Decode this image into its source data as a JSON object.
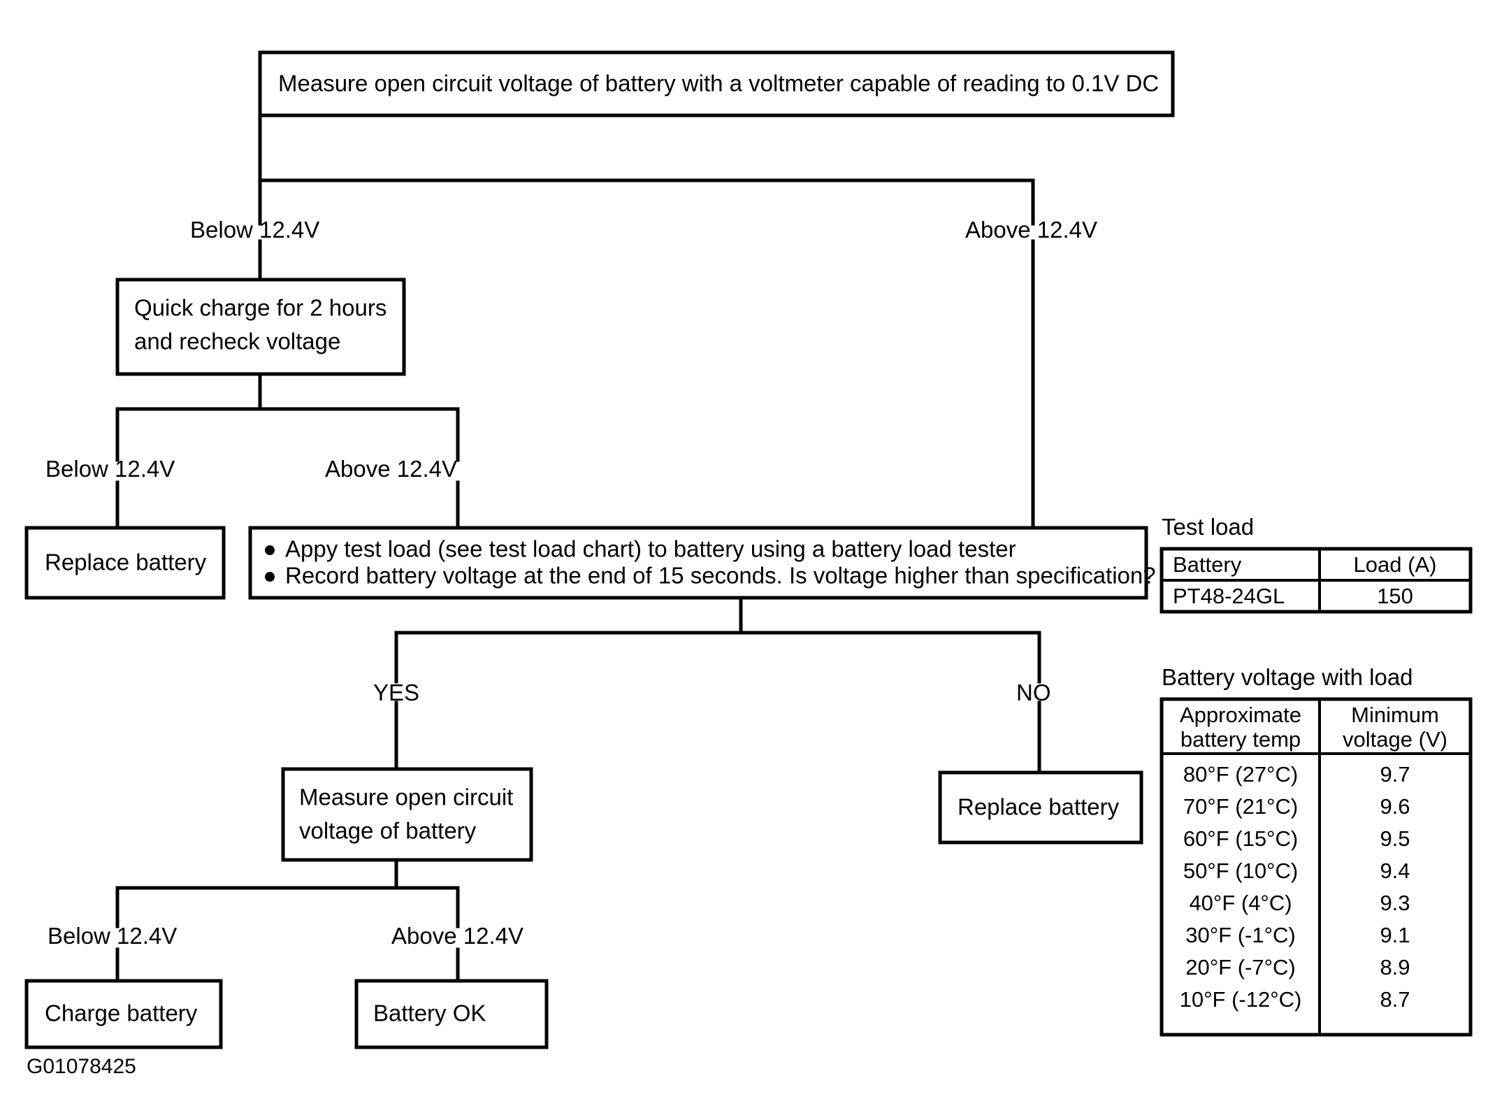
{
  "figure": {
    "code": "G01078425",
    "type": "troubleshooting-flowchart",
    "subject": "Battery open circuit voltage and load test"
  },
  "nodes": {
    "measure_ocv_top": {
      "id": "measure-open-circuit-voltage-top",
      "lines": [
        "Measure open circuit voltage of battery with a voltmeter capable of reading  to 0.1V DC"
      ]
    },
    "quick_charge": {
      "id": "quick-charge",
      "lines": [
        "Quick charge for 2 hours",
        "and recheck voltage"
      ]
    },
    "replace_battery_left": {
      "id": "replace-battery-left",
      "lines": [
        "Replace battery"
      ]
    },
    "load_test": {
      "id": "apply-load-test",
      "bullets": [
        "Appy test load (see test load chart) to battery using a battery load tester",
        "Record battery voltage at the end of 15 seconds. Is voltage higher than specification?"
      ]
    },
    "replace_battery_right": {
      "id": "replace-battery-right",
      "lines": [
        "Replace battery"
      ]
    },
    "measure_ocv_second": {
      "id": "measure-open-circuit-voltage-second",
      "lines": [
        "Measure open circuit",
        "voltage of battery"
      ]
    },
    "charge_battery": {
      "id": "charge-battery",
      "lines": [
        "Charge battery"
      ]
    },
    "battery_ok": {
      "id": "battery-ok",
      "lines": [
        "Battery OK"
      ]
    }
  },
  "edge_labels": {
    "top_below": "Below  12.4V",
    "top_above": "Above  12.4V",
    "recheck_below": "Below  12.4V",
    "recheck_above": "Above  12.4V",
    "load_yes": "YES",
    "load_no": "NO",
    "final_below": "Below  12.4V",
    "final_above": "Above  12.4V"
  },
  "test_load_table": {
    "caption": "Test load",
    "columns": [
      "Battery",
      "Load (A)"
    ],
    "rows": [
      [
        "PT48-24GL",
        "150"
      ]
    ]
  },
  "voltage_table": {
    "caption": "Battery voltage with load",
    "columns": [
      [
        "Approximate",
        "battery temp"
      ],
      [
        "Minimum",
        "voltage (V)"
      ]
    ],
    "rows": [
      [
        "80°F (27°C)",
        "9.7"
      ],
      [
        "70°F (21°C)",
        "9.6"
      ],
      [
        "60°F (15°C)",
        "9.5"
      ],
      [
        "50°F (10°C)",
        "9.4"
      ],
      [
        "40°F (4°C)",
        "9.3"
      ],
      [
        "30°F (-1°C)",
        "9.1"
      ],
      [
        "20°F (-7°C)",
        "8.9"
      ],
      [
        "10°F (-12°C)",
        "8.7"
      ]
    ]
  },
  "colors": {
    "ink": "#000000",
    "paper": "#ffffff"
  }
}
